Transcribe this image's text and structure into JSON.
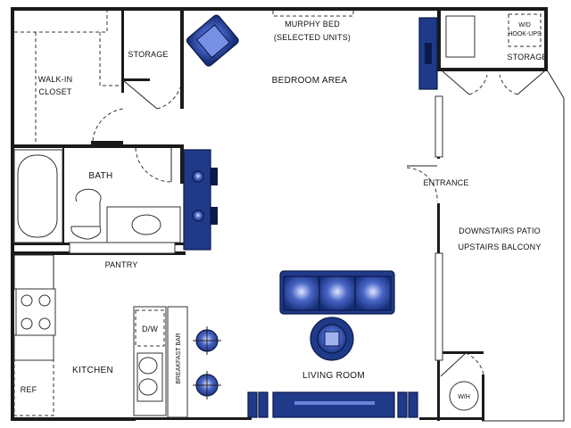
{
  "plan": {
    "rooms": {
      "walk_in_closet": [
        "WALK-IN",
        "CLOSET"
      ],
      "storage_left": "STORAGE",
      "murphy_bed": [
        "MURPHY BED",
        "(SELECTED UNITS)"
      ],
      "bedroom_area": "BEDROOM AREA",
      "storage_right": "STORAGE",
      "wd_hookups": [
        "W/D",
        "HOOK-UPS"
      ],
      "bath": "BATH",
      "entrance": "ENTRANCE",
      "patio": [
        "DOWNSTAIRS PATIO",
        "UPSTAIRS  BALCONY"
      ],
      "pantry": "PANTRY",
      "dishwasher": "D/W",
      "kitchen": "KITCHEN",
      "breakfast_bar": "BREAKFAST BAR",
      "living_room": "LIVING ROOM",
      "refrigerator": "REF",
      "water_heater": "W/H"
    },
    "colors": {
      "furniture": "#1f3a8c",
      "furniture_highlight": "#c9d6ff",
      "walls": "#1a1a1a"
    }
  }
}
